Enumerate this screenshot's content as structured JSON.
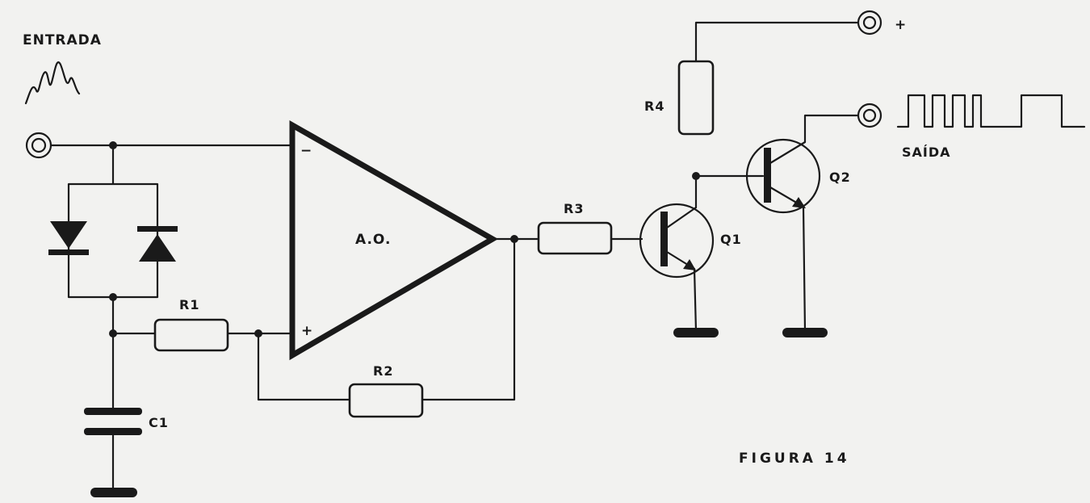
{
  "labels": {
    "input": "ENTRADA",
    "output": "SAÍDA",
    "opamp": "A.O.",
    "r1": "R1",
    "r2": "R2",
    "r3": "R3",
    "r4": "R4",
    "c1": "C1",
    "q1": "Q1",
    "q2": "Q2",
    "plus_supply": "+",
    "inverting": "−",
    "non_inverting": "+",
    "figure": "FIGURA 14"
  }
}
